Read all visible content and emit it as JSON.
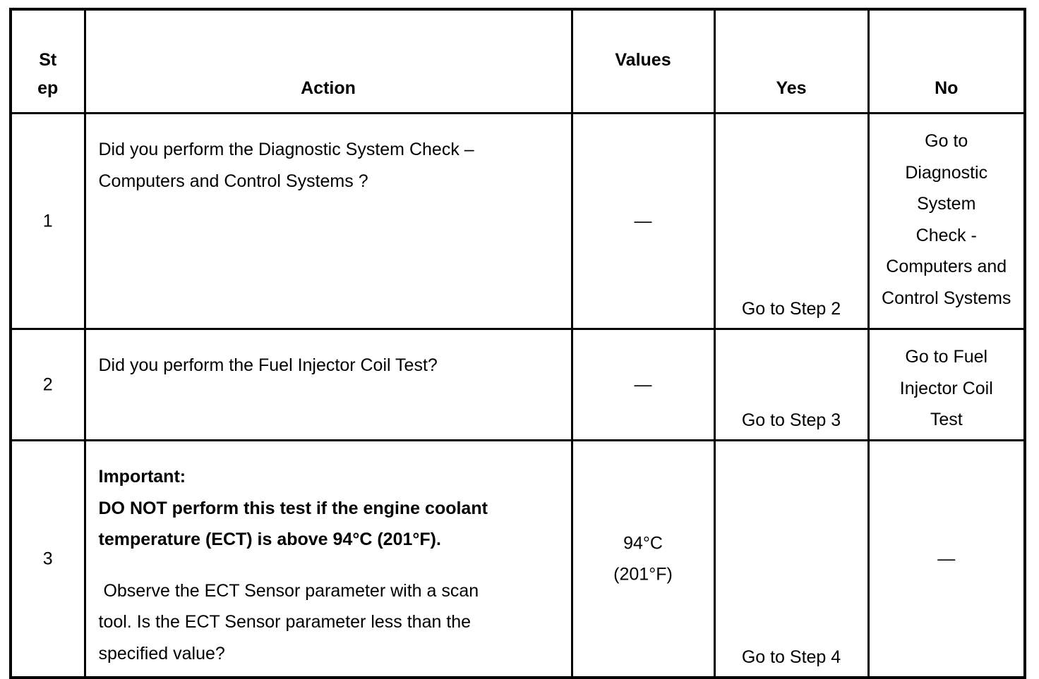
{
  "table": {
    "headers": {
      "step_line1": "St",
      "step_line2": "ep",
      "action": "Action",
      "values": "Values",
      "yes": "Yes",
      "no": "No"
    },
    "rows": [
      {
        "step": "1",
        "action_lines": [
          "Did you perform the Diagnostic System Check –",
          "Computers and Control Systems ?"
        ],
        "values": "—",
        "yes": "Go to Step 2",
        "no_lines": [
          "Go to",
          "Diagnostic",
          "System",
          "Check -",
          "Computers and",
          "Control Systems"
        ]
      },
      {
        "step": "2",
        "action_lines": [
          "Did you perform the Fuel Injector Coil Test?"
        ],
        "values": "—",
        "yes": "Go to Step 3",
        "no_lines": [
          "Go to Fuel",
          "Injector Coil",
          "Test"
        ]
      },
      {
        "step": "3",
        "important_label": "Important:",
        "important_lines": [
          "DO NOT perform this test if the engine coolant",
          "temperature (ECT) is above 94°C (201°F)."
        ],
        "action_lines": [
          " Observe the ECT Sensor parameter with a scan",
          "tool. Is the ECT Sensor parameter less than the",
          "specified value?"
        ],
        "values_line1": "94°C",
        "values_line2": "(201°F)",
        "yes": "Go to Step 4",
        "no": "—"
      }
    ]
  }
}
